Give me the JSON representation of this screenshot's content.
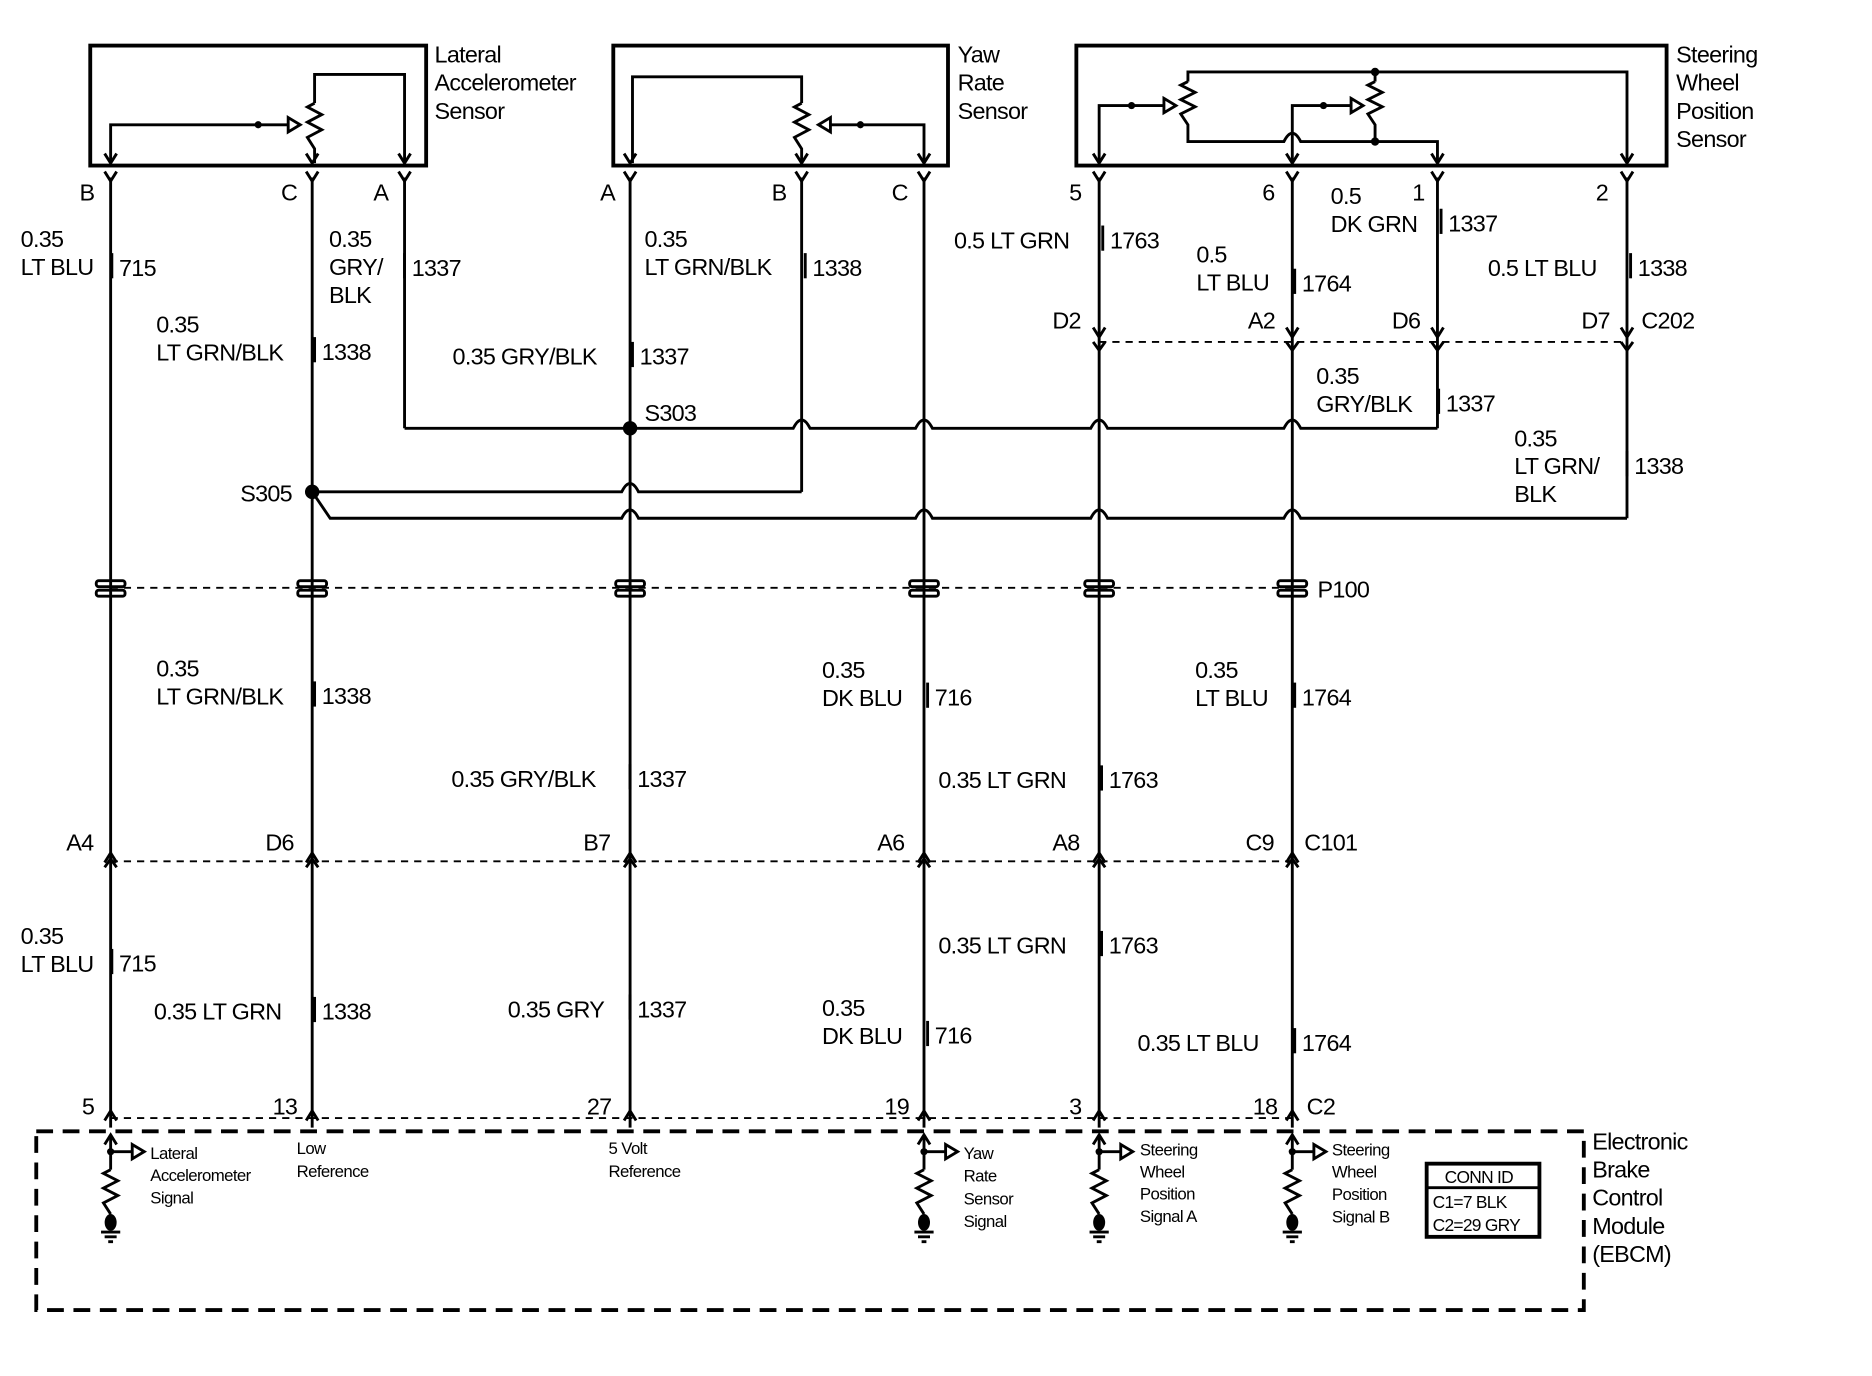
{
  "sensors": [
    {
      "name": [
        "Lateral",
        "Accelerometer",
        "Sensor"
      ],
      "pins": [
        "B",
        "C",
        "A"
      ]
    },
    {
      "name": [
        "Yaw",
        "Rate",
        "Sensor"
      ],
      "pins": [
        "A",
        "B",
        "C"
      ]
    },
    {
      "name": [
        "Steering",
        "Wheel",
        "Position",
        "Sensor"
      ],
      "pins": [
        "5",
        "6",
        "1",
        "2"
      ]
    }
  ],
  "wires": [
    {
      "lines": [
        "0.35",
        "LT BLU"
      ],
      "circuit": "715"
    },
    {
      "lines": [
        "0.35",
        "GRY/",
        "BLK"
      ],
      "circuit": "1337"
    },
    {
      "lines": [
        "0.35",
        "LT GRN/BLK"
      ],
      "circuit": "1338"
    },
    {
      "lines": [
        "0.35",
        "LT GRN/BLK"
      ],
      "circuit": "1338"
    },
    {
      "lines": [
        "0.35 GRY/BLK"
      ],
      "circuit": "1337"
    },
    {
      "lines": [
        "0.5 LT GRN"
      ],
      "circuit": "1763"
    },
    {
      "lines": [
        "0.5",
        "LT BLU"
      ],
      "circuit": "1764"
    },
    {
      "lines": [
        "0.5",
        "DK GRN"
      ],
      "circuit": "1337"
    },
    {
      "lines": [
        "0.5 LT BLU"
      ],
      "circuit": "1338"
    },
    {
      "lines": [
        "0.35",
        "GRY/BLK"
      ],
      "circuit": "1337"
    },
    {
      "lines": [
        "0.35",
        "LT GRN/",
        "BLK"
      ],
      "circuit": "1338"
    },
    {
      "lines": [
        "0.35",
        "LT GRN/BLK"
      ],
      "circuit": "1338"
    },
    {
      "lines": [
        "0.35",
        "DK BLU"
      ],
      "circuit": "716"
    },
    {
      "lines": [
        "0.35",
        "LT BLU"
      ],
      "circuit": "1764"
    },
    {
      "lines": [
        "0.35 GRY/BLK"
      ],
      "circuit": "1337"
    },
    {
      "lines": [
        "0.35 LT GRN"
      ],
      "circuit": "1763"
    },
    {
      "lines": [
        "0.35",
        "LT BLU"
      ],
      "circuit": "715"
    },
    {
      "lines": [
        "0.35 LT GRN"
      ],
      "circuit": "1763"
    },
    {
      "lines": [
        "0.35 LT GRN"
      ],
      "circuit": "1338"
    },
    {
      "lines": [
        "0.35 GRY"
      ],
      "circuit": "1337"
    },
    {
      "lines": [
        "0.35",
        "DK BLU"
      ],
      "circuit": "716"
    },
    {
      "lines": [
        "0.35 LT BLU"
      ],
      "circuit": "1764"
    }
  ],
  "splices": {
    "s303": "S303",
    "s305": "S305"
  },
  "connectors": {
    "c202": {
      "id": "C202",
      "pins": [
        "D2",
        "A2",
        "D6",
        "D7"
      ]
    },
    "p100": {
      "id": "P100"
    },
    "c101": {
      "id": "C101",
      "pins": [
        "A4",
        "D6",
        "B7",
        "A6",
        "A8",
        "C9"
      ]
    },
    "c2": {
      "id": "C2",
      "pins": [
        "5",
        "13",
        "27",
        "19",
        "3",
        "18"
      ]
    }
  },
  "ebcm": {
    "name": [
      "Electronic",
      "Brake",
      "Control",
      "Module",
      "(EBCM)"
    ],
    "signals": [
      {
        "lines": [
          "Lateral",
          "Accelerometer",
          "Signal"
        ]
      },
      {
        "lines": [
          "Low",
          "Reference"
        ]
      },
      {
        "lines": [
          "5 Volt",
          "Reference"
        ]
      },
      {
        "lines": [
          "Yaw",
          "Rate",
          "Sensor",
          "Signal"
        ]
      },
      {
        "lines": [
          "Steering",
          "Wheel",
          "Position",
          "Signal A"
        ]
      },
      {
        "lines": [
          "Steering",
          "Wheel",
          "Position",
          "Signal B"
        ]
      }
    ],
    "conn_id": {
      "title": "CONN ID",
      "lines": [
        "C1=7 BLK",
        "C2=29 GRY"
      ]
    }
  }
}
